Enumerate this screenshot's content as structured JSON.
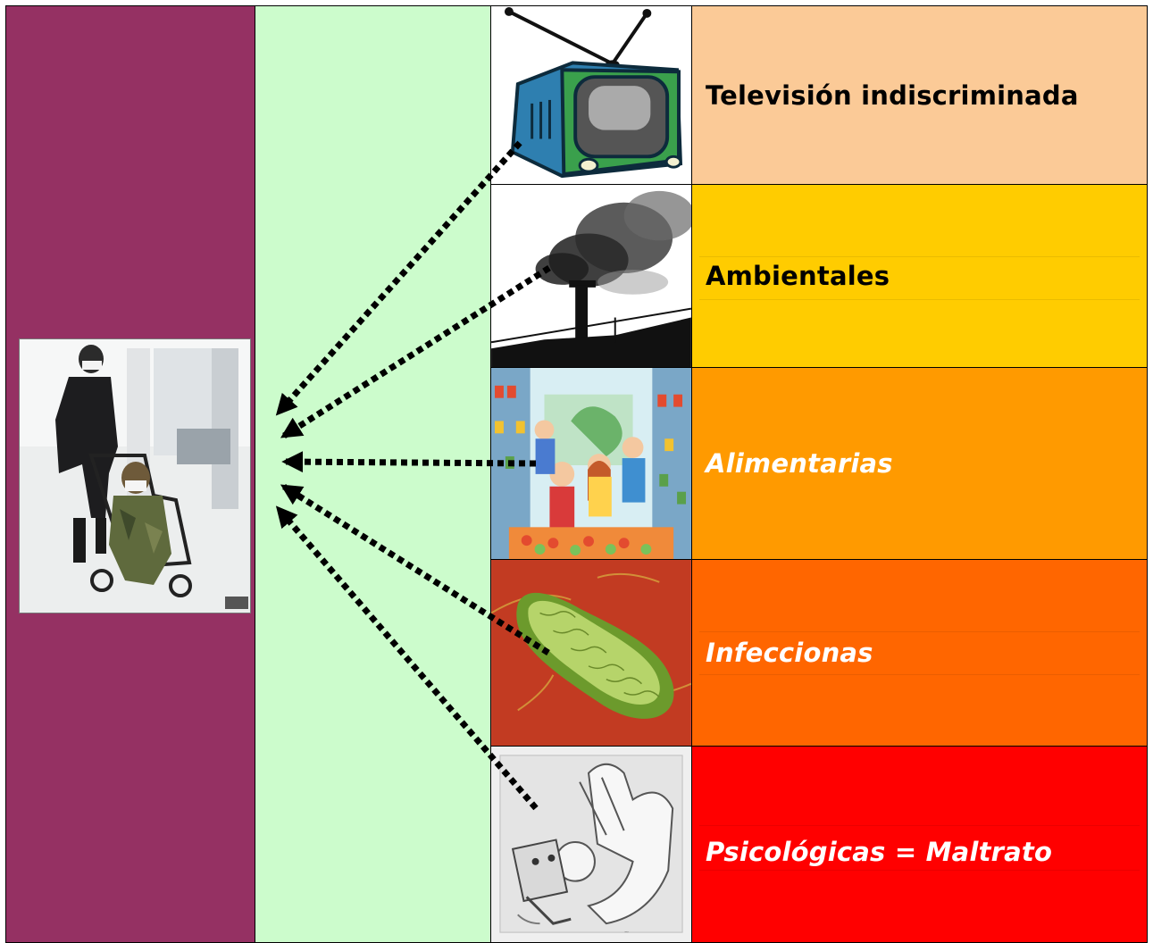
{
  "colors": {
    "left_column": "#953163",
    "middle_column": "#ccfccc",
    "row_1": "#fbca97",
    "row_2": "#ffcc00",
    "row_3": "#ff9a00",
    "row_4": "#ff6600",
    "row_5": "#ff0000",
    "label_black": "#000000",
    "label_white": "#ffffff",
    "arrow": "#000000"
  },
  "subject": {
    "image": "child-in-stroller-with-mask"
  },
  "rows": [
    {
      "label": "Televisión indiscriminada",
      "image": "television-icon",
      "color": "#fbca97",
      "text_color": "#000000",
      "italic": false
    },
    {
      "label": "Ambientales",
      "image": "smokestack-icon",
      "color": "#ffcc00",
      "text_color": "#000000",
      "italic": false
    },
    {
      "label": "Alimentarias",
      "image": "store-shelves-icon",
      "color": "#ff9a00",
      "text_color": "#ffffff",
      "italic": true
    },
    {
      "label": "Infeccionas",
      "image": "bacterium-icon",
      "color": "#ff6600",
      "text_color": "#ffffff",
      "italic": true
    },
    {
      "label": "Psicológicas = Maltrato",
      "image": "giant-hand-icon",
      "color": "#ff0000",
      "text_color": "#ffffff",
      "italic": true
    }
  ]
}
